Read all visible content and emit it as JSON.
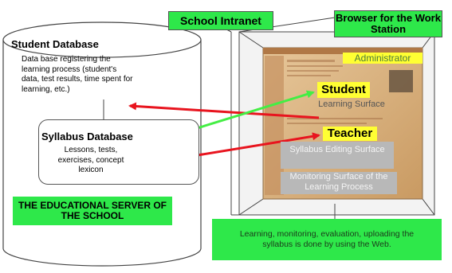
{
  "labels": {
    "school_intranet": "School Intranet",
    "browser_title": "Browser for the Work Station",
    "student_db_title": "Student Database",
    "student_db_desc": "Data base registering the learning process (student's data, test results, time spent for learning, etc.)",
    "syllabus_db_title": "Syllabus Database",
    "syllabus_db_desc": "Lessons, tests, exercises, concept lexicon",
    "server_label": "THE EDUCATIONAL SERVER OF THE SCHOOL",
    "administrator": "Administrator",
    "student": "Student",
    "learning_surface": "Learning Surface",
    "teacher": "Teacher",
    "syllabus_editing": "Syllabus Editing Surface",
    "monitoring_surface": "Monitoring Surface of the Learning Process",
    "footer_note": "Learning, monitoring, evaluation, uploading the syllabus is done by using the Web."
  },
  "colors": {
    "green": "#2ee84a",
    "yellow": "#ffff33",
    "red_arrow": "#e8141e",
    "green_arrow": "#44ee44",
    "grey_panel": "#b8b8b8",
    "screen_bg": "#d9b07a"
  }
}
